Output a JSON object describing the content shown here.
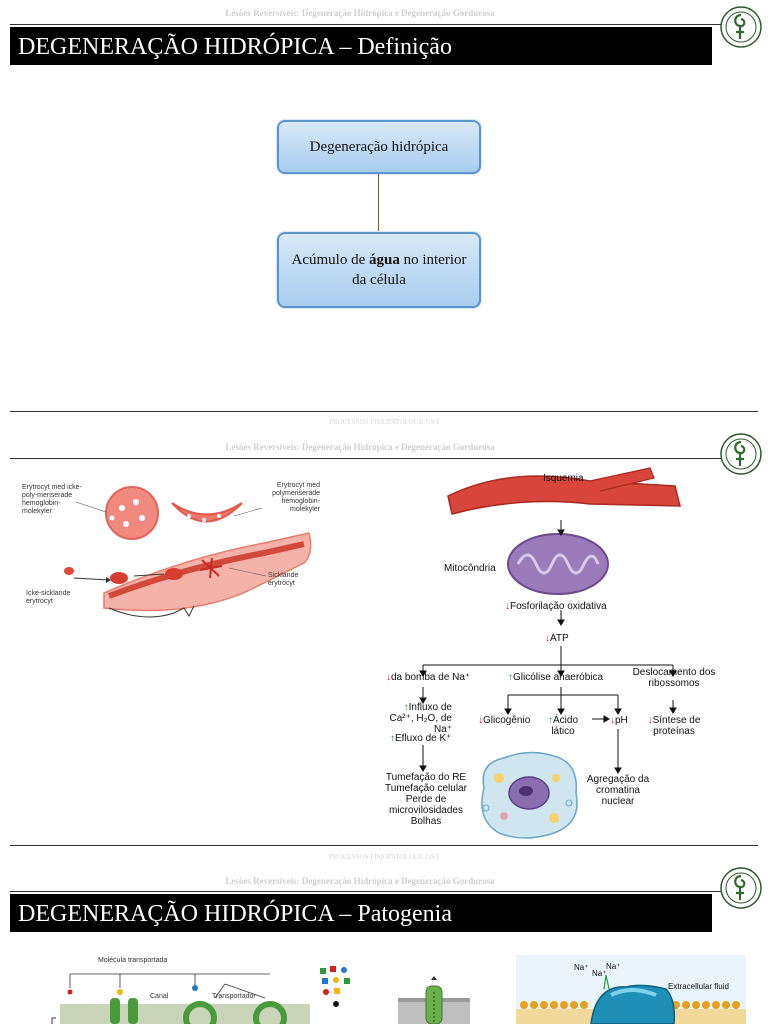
{
  "slide1": {
    "header": "Lesões Reversíveis: Degeneração Hidrópica e Degeneração Gordurosa",
    "title": "DEGENERAÇÃO HIDRÓPICA – Definição",
    "box_top": "Degeneração hidrópica",
    "box_bottom_pre": "Acúmulo de ",
    "box_bottom_bold": "água",
    "box_bottom_post": " no interior da célula",
    "footer": "PROCESSOS FISIOPATOLOGICOS I"
  },
  "slide2": {
    "header": "Lesões Reversíveis: Degeneração Hidrópica e Degeneração Gordurosa",
    "left_fig": {
      "label_a": "Erytrocyt med icke-poly-meriserade hemoglobin-molekyler",
      "label_b": "Erytrocyt med polymeriserade hemoglobin-molekyler",
      "label_c": "Icke-sicklande erytrocyt",
      "label_d": "Sicklande erytrocyt"
    },
    "flow": {
      "isquemia": "Isquemia",
      "mitocondria": "Mitocôndria",
      "fosforilacao": "Fosforilação oxidativa",
      "atp": "ATP",
      "bomba": "da bomba de Na⁺",
      "glicolise": "Glicólise anaeróbica",
      "deslocamento": "Deslocamento dos ribossomos",
      "influxo": "Influxo de Ca²⁺, H₂O, de Na⁺",
      "efluxo": "Efluxo de K⁺",
      "glicogenio": "Glicogênio",
      "acido": "Ácido lático",
      "ph": "pH",
      "sintese": "Síntese de proteínas",
      "tumefacao": "Tumefação do RE Tumefação celular Perde de microvilosidades Bolhas",
      "agregacao": "Agregação da cromatina nuclear"
    },
    "footer": "PROCESSOS FISIOPATOLOGICOS I"
  },
  "slide3": {
    "header": "Lesões Reversíveis: Degeneração Hidrópica e Degeneração Gordurosa",
    "title": "DEGENERAÇÃO HIDRÓPICA – Patogenia",
    "fig_mol": "Molécula transportada",
    "fig_canal": "Canal",
    "fig_transp": "Transportador",
    "fig_na": "Na⁺",
    "fig_extra": "Extracellular fluid"
  },
  "colors": {
    "title_bg": "#000000",
    "box_fill": "#a9cdef",
    "box_border": "#5a95cf",
    "up_arrow": "#1e8a3a",
    "down_arrow": "#d11a1a"
  }
}
